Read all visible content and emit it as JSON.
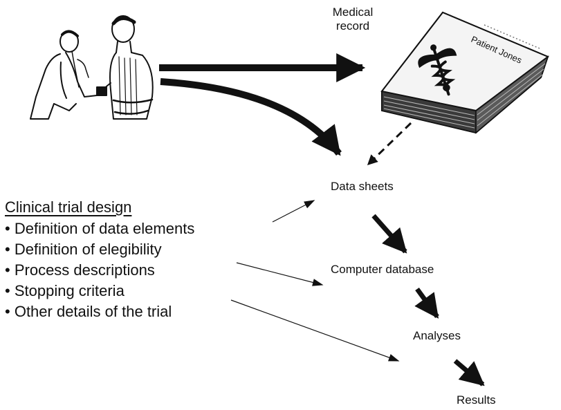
{
  "labels": {
    "medical_record": "Medical\nrecord",
    "data_sheets": "Data sheets",
    "computer_database": "Computer database",
    "analyses": "Analyses",
    "results": "Results"
  },
  "record_book": {
    "cover_text": "Patient Jones",
    "icon": "caduceus-icon"
  },
  "illustration": {
    "icon": "doctor-examining-patient-icon"
  },
  "clinical_trial_design": {
    "title": "Clinical trial design",
    "items": [
      "Definition of data elements",
      "Definition of elegibility",
      "Process descriptions",
      "Stopping criteria",
      "Other details of the trial"
    ]
  },
  "colors": {
    "ink": "#111111",
    "book_cover": "#ececec",
    "book_pages": "#3a3a3a"
  }
}
